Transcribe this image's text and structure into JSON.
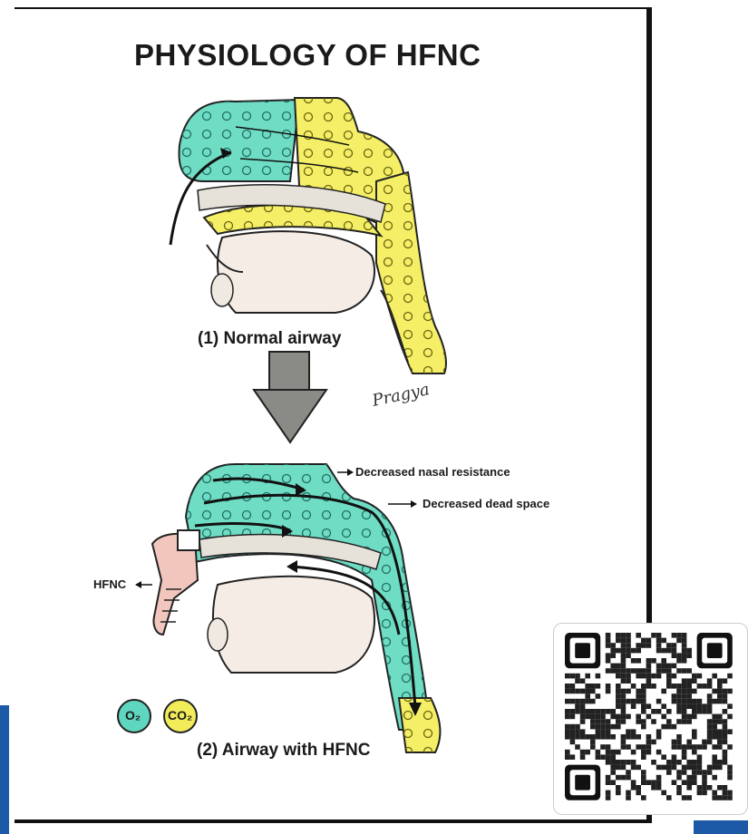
{
  "title": "PHYSIOLOGY OF HFNC",
  "captions": {
    "top": "(1) Normal airway",
    "bottom": "(2) Airway with HFNC"
  },
  "annotations": {
    "nasal": "Decreased nasal resistance",
    "dead_space": "Decreased dead space",
    "hfnc": "HFNC"
  },
  "legend": {
    "o2": "O₂",
    "co2": "CO₂",
    "o2_color": "#5fd6bf",
    "co2_color": "#f2ec5a"
  },
  "signature": "Pragya",
  "colors": {
    "o2": "#6fdcc4",
    "co2": "#f4ef66",
    "arrow_gray": "#8a8a86"
  },
  "icons": [
    "qr-code-icon"
  ]
}
